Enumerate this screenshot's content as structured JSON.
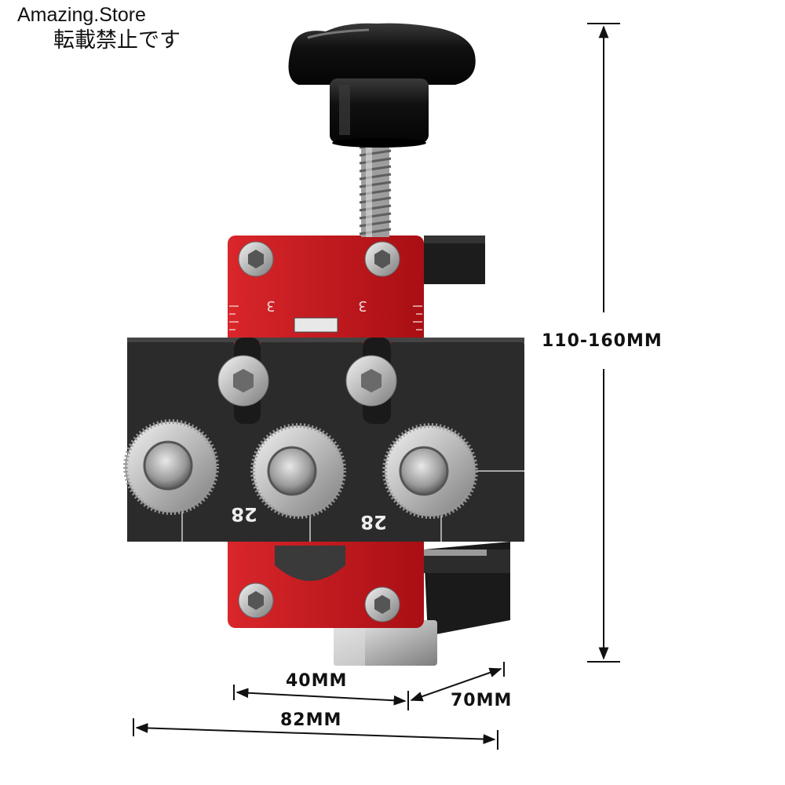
{
  "watermark": {
    "line1": "Amazing.Store",
    "line2": "転載禁止です"
  },
  "dimensions": {
    "height": "110-160MM",
    "inner_width": "40MM",
    "depth": "70MM",
    "total_width": "82MM"
  },
  "engravings": {
    "scale_left": "3",
    "scale_right": "3",
    "bushing_left": "28",
    "bushing_right": "28"
  },
  "colors": {
    "body_red": "#c8161b",
    "plate_black": "#2a2a2a",
    "knob_black": "#111111",
    "steel": "#c9c9c9",
    "background": "#ffffff"
  }
}
